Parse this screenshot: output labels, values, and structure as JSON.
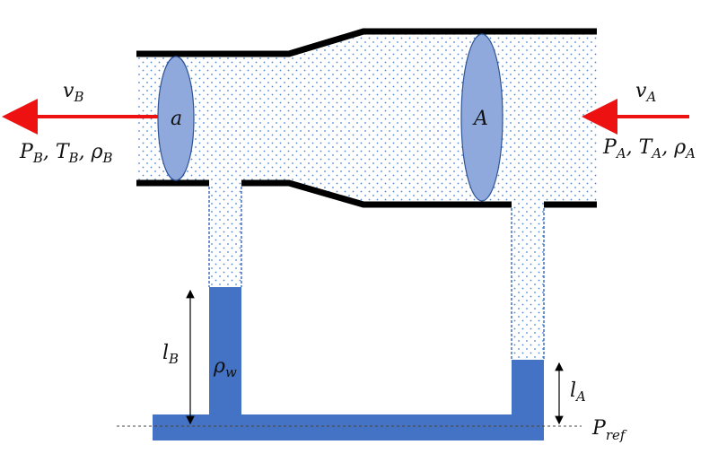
{
  "colors": {
    "fluid_dots": "#4a86d8",
    "fluid_bg": "#ffffff",
    "water": "#4472c4",
    "disc_fill": "#8fa9dc",
    "disc_stroke": "#2f5597",
    "wall": "#000000",
    "arrow": "#ee1111"
  },
  "labels": {
    "v_b": {
      "main": "v",
      "sub": "B"
    },
    "v_a": {
      "main": "v",
      "sub": "A"
    },
    "state_b": [
      {
        "main": "P",
        "sub": "B"
      },
      {
        "main": "T",
        "sub": "B"
      },
      {
        "main": "ρ",
        "sub": "B"
      }
    ],
    "state_a": [
      {
        "main": "P",
        "sub": "A"
      },
      {
        "main": "T",
        "sub": "A"
      },
      {
        "main": "ρ",
        "sub": "A"
      }
    ],
    "area_small": "a",
    "area_large": "A",
    "l_b": {
      "main": "l",
      "sub": "B"
    },
    "l_a": {
      "main": "l",
      "sub": "A"
    },
    "rho_w": {
      "main": "ρ",
      "sub": "w"
    },
    "p_ref": {
      "main": "P",
      "sub": "ref"
    }
  },
  "icons": {
    "flow_out_arrow": "arrow-left",
    "flow_in_arrow": "arrow-left",
    "height_arrows": "double-headed-vertical-arrow"
  }
}
